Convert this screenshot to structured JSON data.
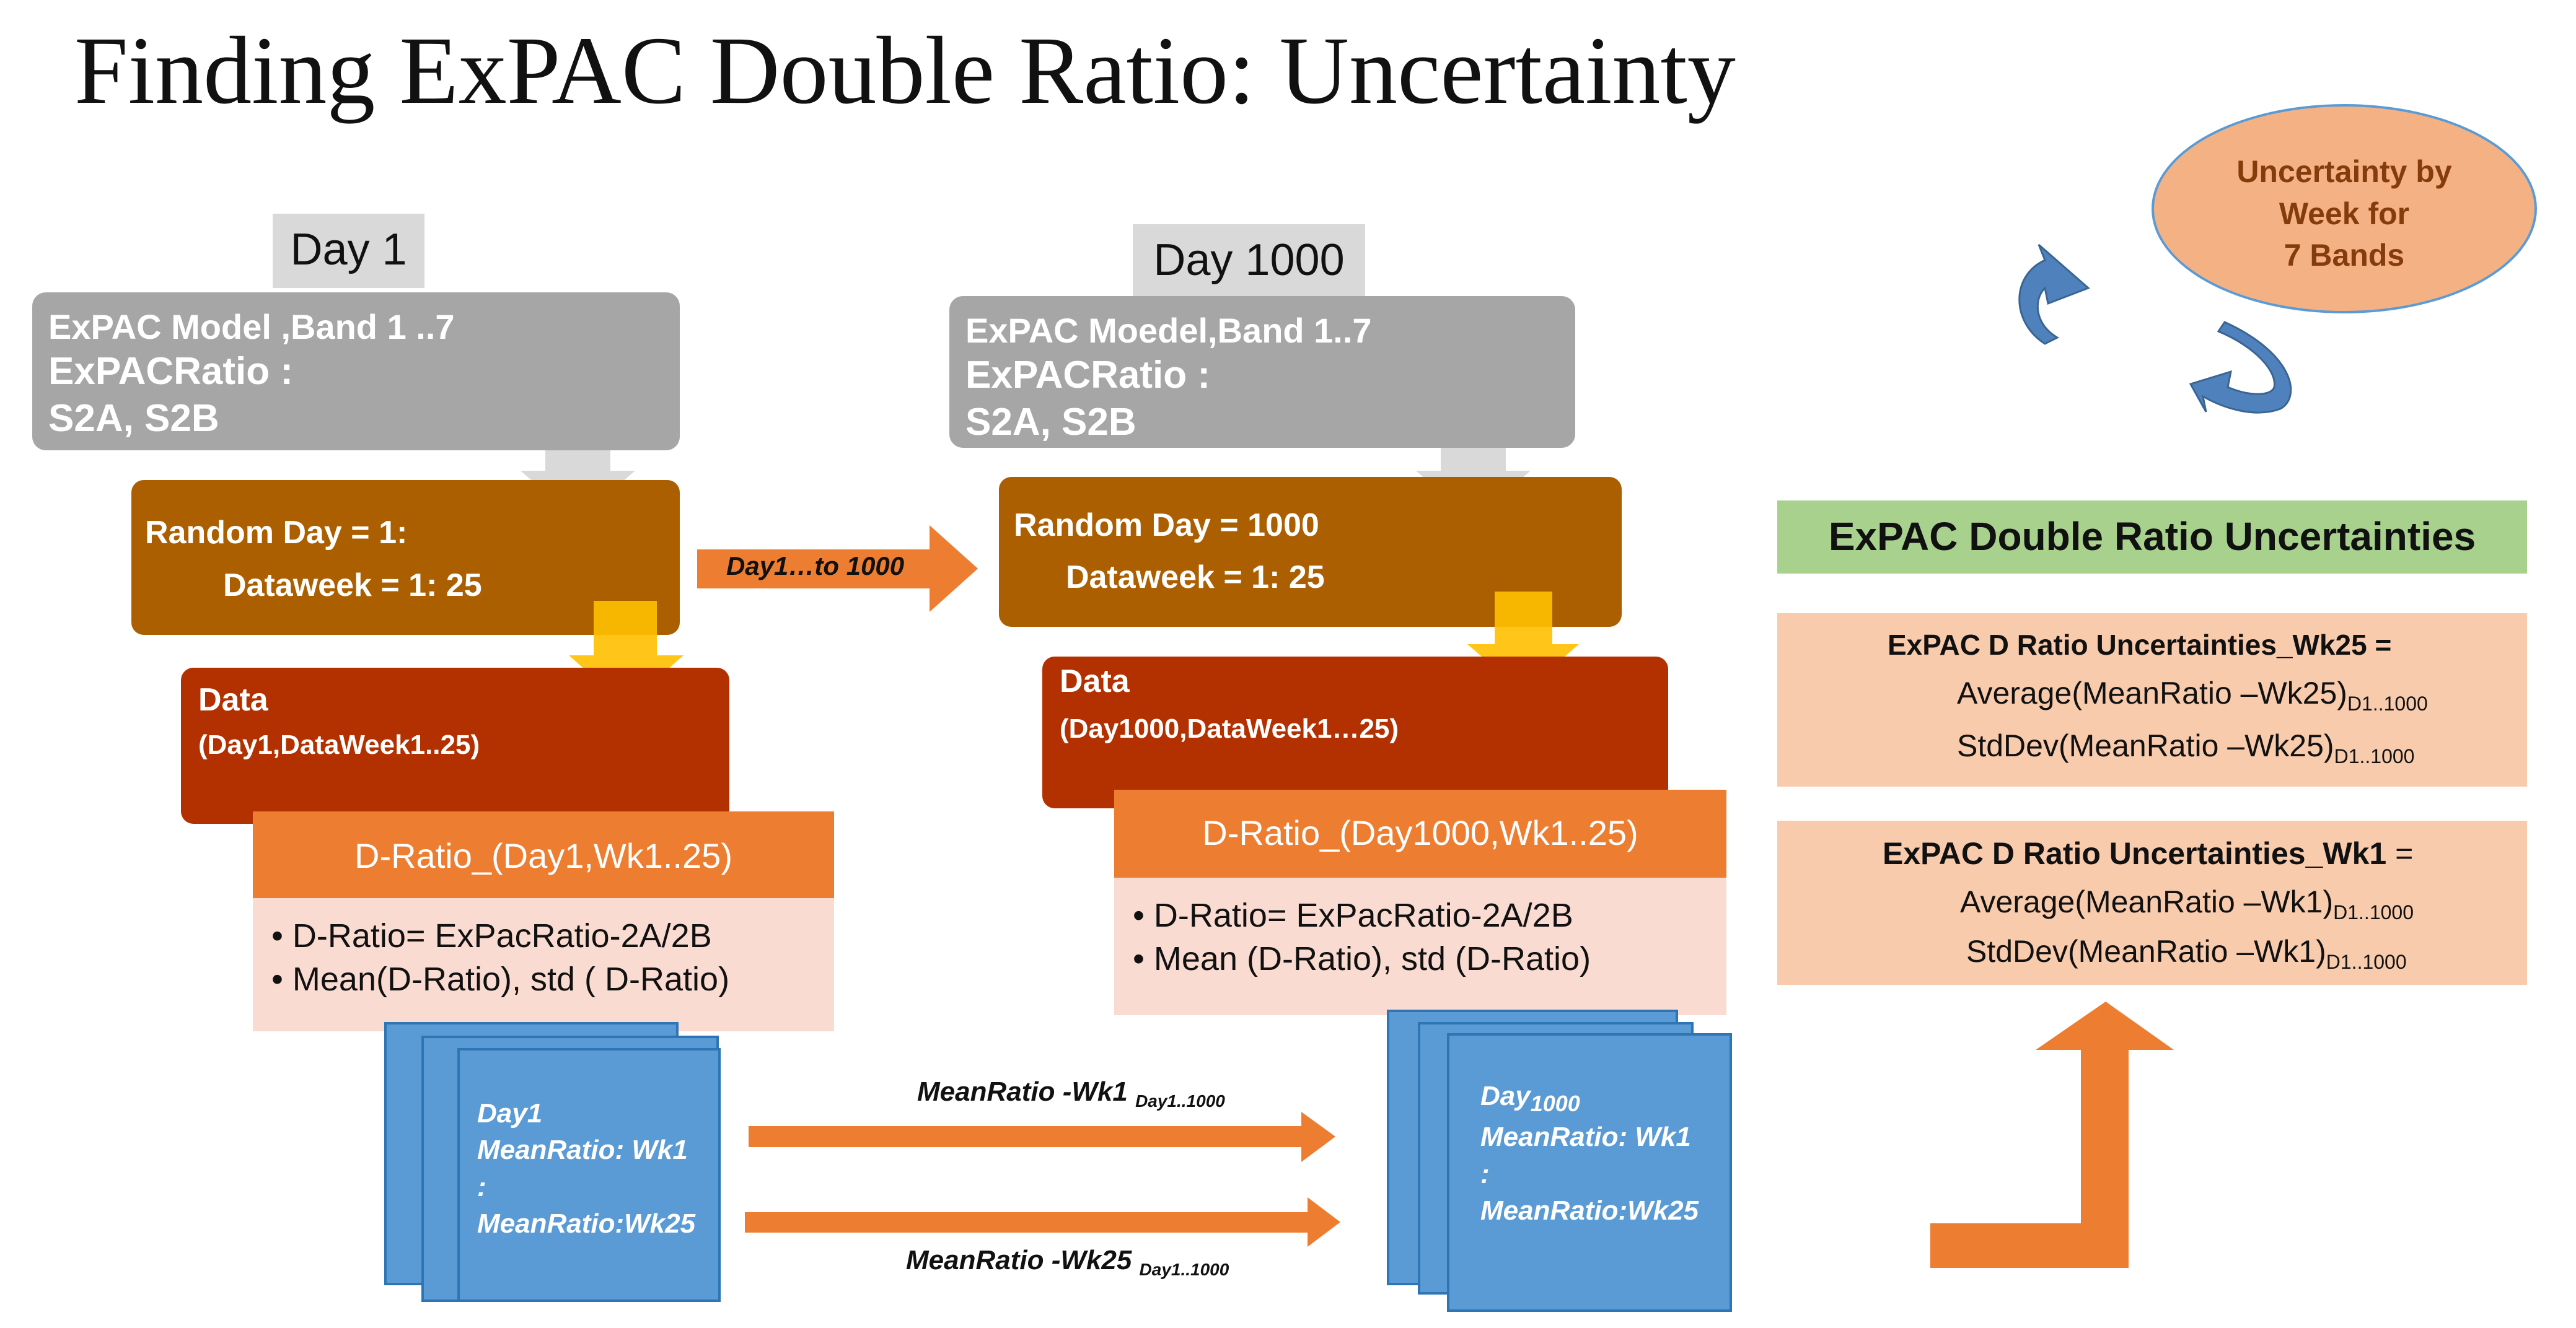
{
  "title": "Finding ExPAC Double Ratio: Uncertainty",
  "day1": {
    "day_label": "Day 1",
    "model_line1": "ExPAC Model ,Band 1 ..7",
    "model_line2": "ExPACRatio :",
    "model_line3": "S2A, S2B",
    "random_line1": "Random  Day  = 1:",
    "random_line2": "Dataweek = 1: 25",
    "data_title": "Data",
    "data_sub": "(Day1,DataWeek1..25)",
    "dratio_header": "D-Ratio_(Day1,Wk1..25)",
    "bullet1": "D-Ratio= ExPacRatio-2A/2B",
    "bullet2": "Mean(D-Ratio), std ( D-Ratio)",
    "page_line1": "Day1",
    "page_line2": "MeanRatio: Wk1",
    "page_line3": ":",
    "page_line4": "MeanRatio:Wk25"
  },
  "day1000": {
    "day_label": "Day 1000",
    "model_line1": "ExPAC Moedel,Band 1..7",
    "model_line2": "ExPACRatio   :",
    "model_line3": "S2A, S2B",
    "random_line1": "Random  Day  = 1000",
    "random_line2": "Dataweek = 1: 25",
    "data_title": "Data",
    "data_sub": "(Day1000,DataWeek1…25)",
    "dratio_header": "D-Ratio_(Day1000,Wk1..25)",
    "bullet1": "D-Ratio= ExPacRatio-2A/2B",
    "bullet2": "Mean (D-Ratio), std (D-Ratio)",
    "page_line1": "Day",
    "page_line1_sub": "1000",
    "page_line2": "MeanRatio: Wk1",
    "page_line3": ":",
    "page_line4": "MeanRatio:Wk25"
  },
  "middle_arrow_label": "Day1…to 1000",
  "meanratio_wk1_label": "MeanRatio -Wk1",
  "meanratio_wk1_sub": "Day1..1000",
  "meanratio_wk25_label": "MeanRatio -Wk25",
  "meanratio_wk25_sub": "Day1..1000",
  "ellipse": {
    "line1": "Uncertainty by",
    "line2": "Week for",
    "line3": "7 Bands"
  },
  "uncertainties_header": "ExPAC Double Ratio Uncertainties",
  "wk25_box": {
    "heading": "ExPAC D Ratio Uncertainties_Wk25 =",
    "line1": "Average(MeanRatio –Wk25)",
    "line1_sub": "D1..1000",
    "line2": "StdDev(MeanRatio –Wk25)",
    "line2_sub": "D1..1000"
  },
  "wk1_box": {
    "heading": "ExPAC D Ratio Uncertainties_Wk1",
    "heading_suffix": " =",
    "line1": "Average(MeanRatio –Wk1)",
    "line1_sub": "D1..1000",
    "line2": "StdDev(MeanRatio –Wk1)",
    "line2_sub": "D1..1000"
  },
  "colors": {
    "gray": "#a6a6a6",
    "brown": "#ab5f00",
    "rust": "#b33100",
    "orange": "#ed7d31",
    "pink": "#fadbd1",
    "blue": "#5b9bd5",
    "green": "#a9d18e",
    "salmon": "#f8cbad",
    "ellipse": "#f4b183"
  }
}
